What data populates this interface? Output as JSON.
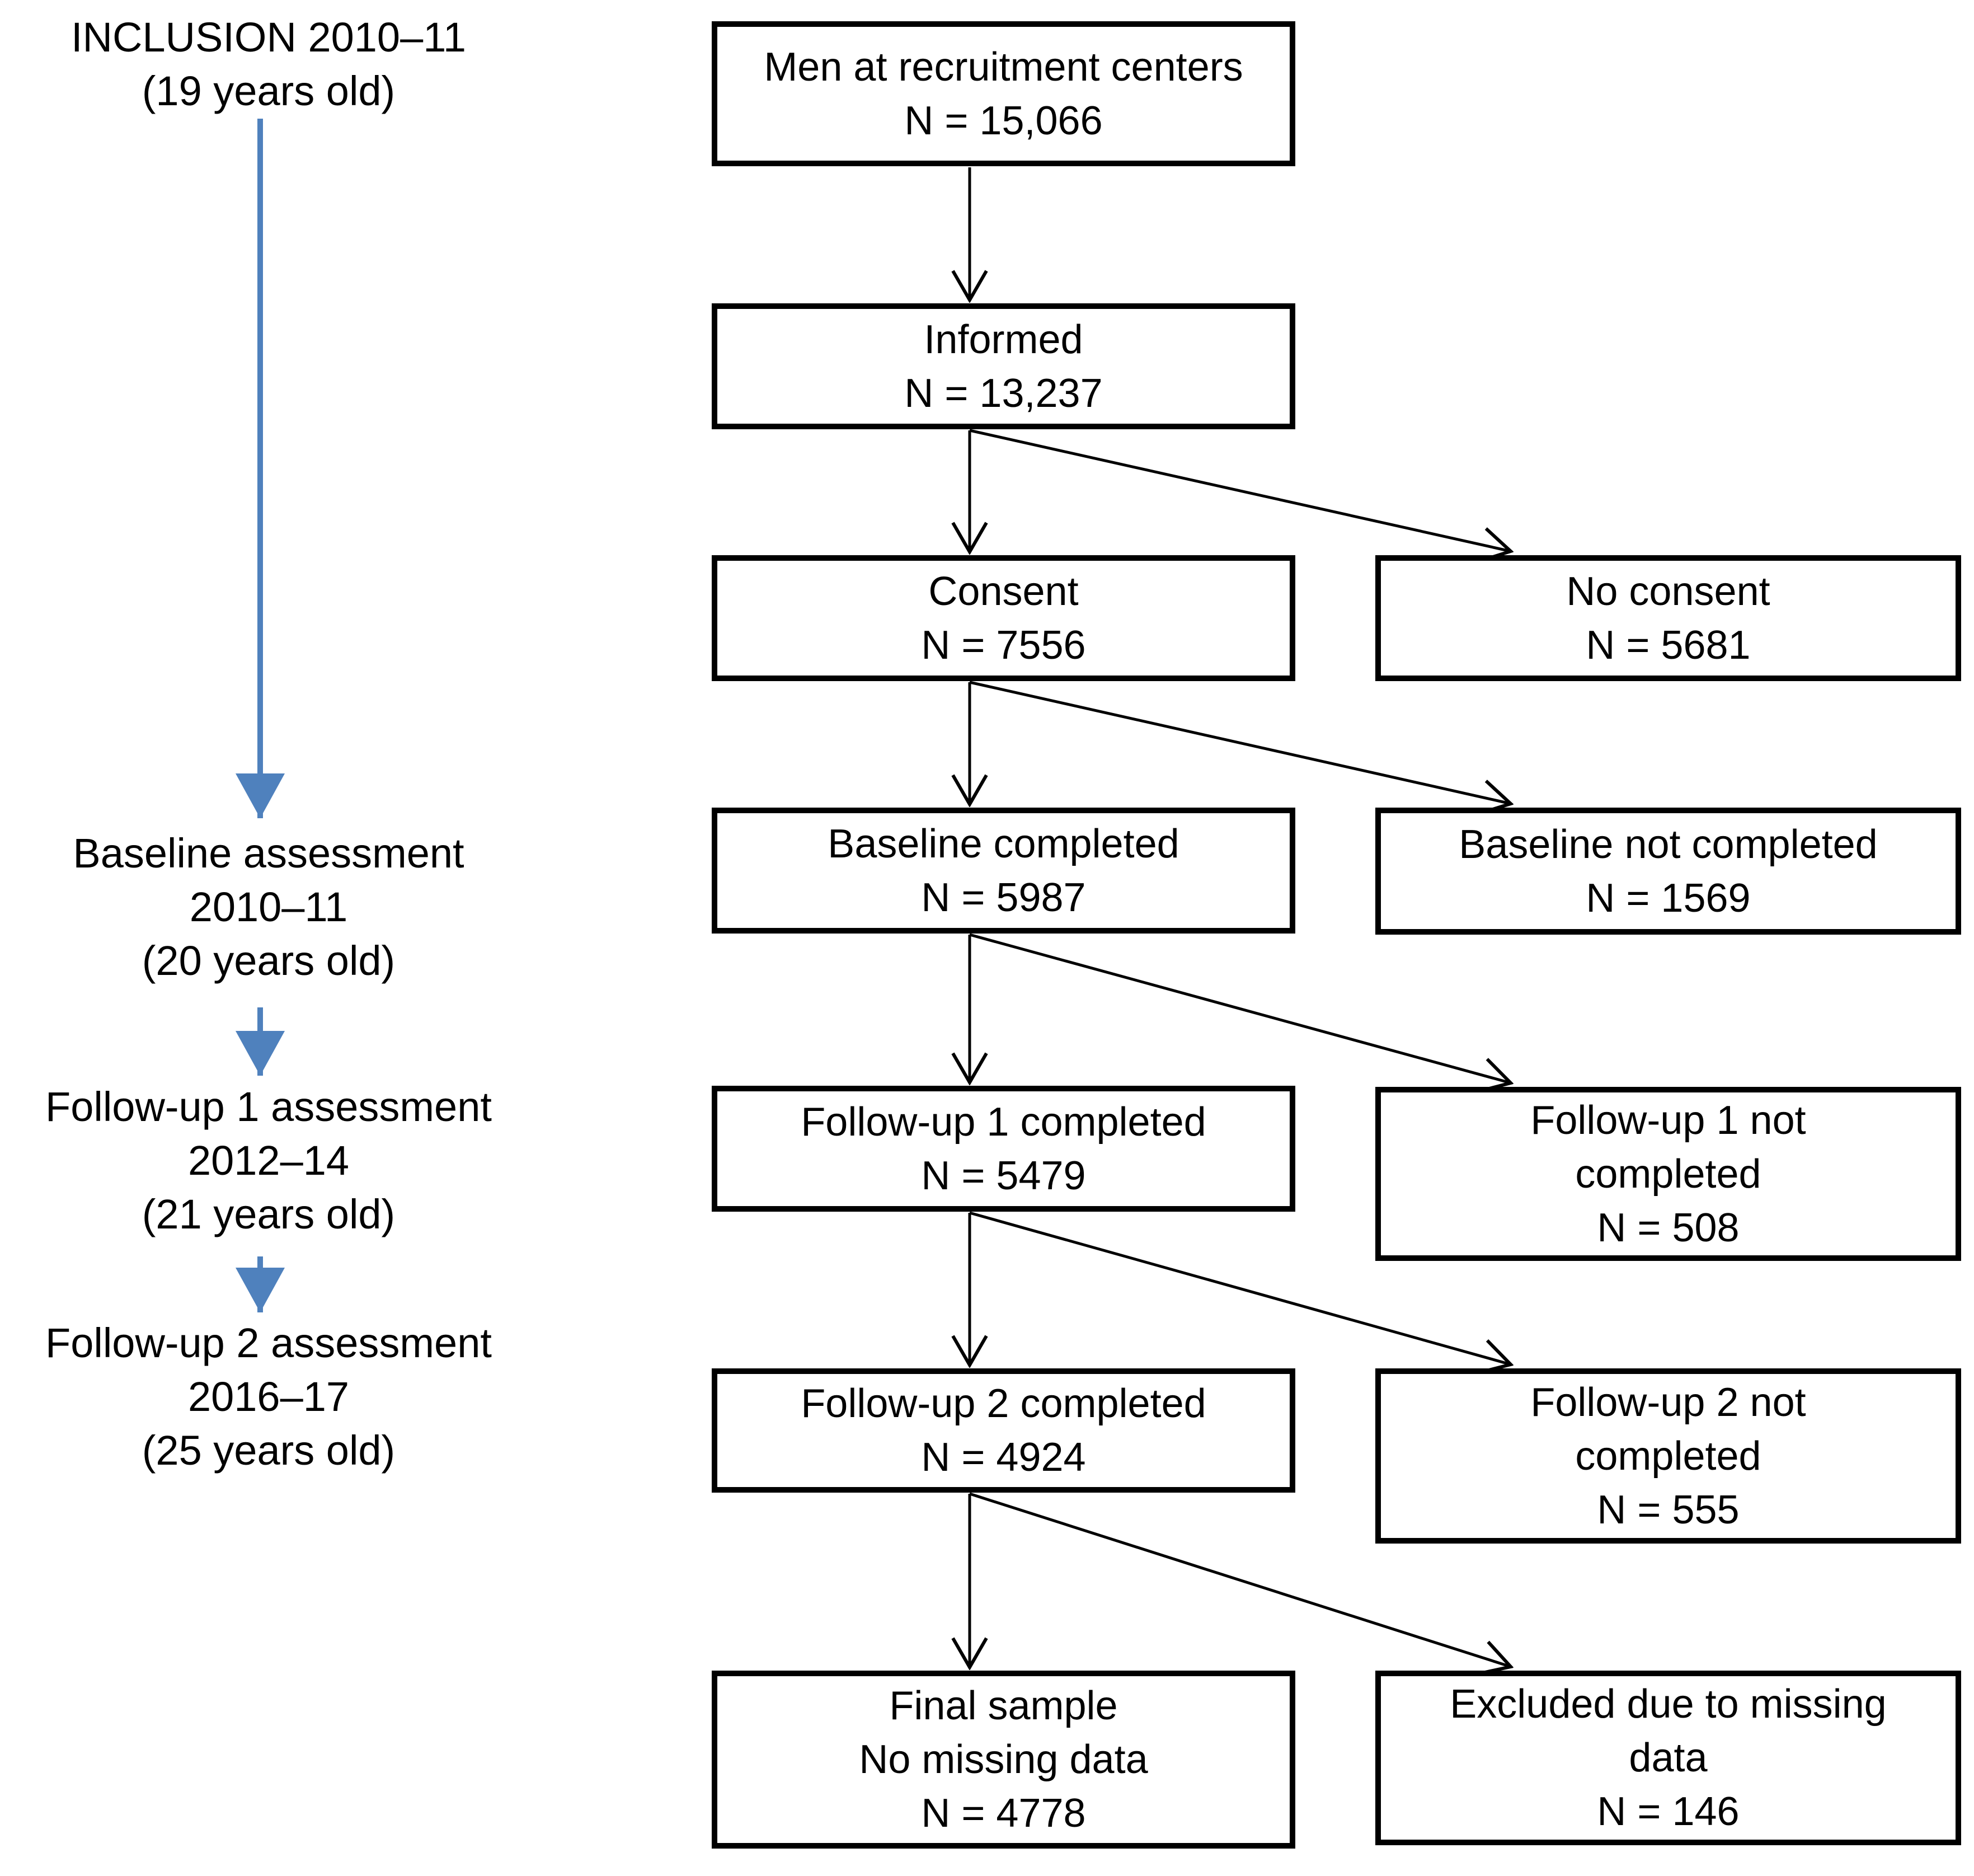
{
  "figure": {
    "background": "#ffffff",
    "accent_blue": "#4f81bd",
    "line_black": "#000000",
    "timeline": {
      "inclusion": {
        "lines": [
          "INCLUSION 2010–11",
          "(19 years old)"
        ]
      },
      "baseline": {
        "lines": [
          "Baseline assessment",
          "2010–11",
          "(20 years old)"
        ]
      },
      "followup1": {
        "lines": [
          "Follow-up 1 assessment",
          "2012–14",
          "(21 years old)"
        ]
      },
      "followup2": {
        "lines": [
          "Follow-up 2 assessment",
          "2016–17",
          "(25 years old)"
        ]
      }
    },
    "flow": {
      "recruitment": {
        "lines": [
          "Men at recruitment centers",
          "N = 15,066"
        ]
      },
      "informed": {
        "lines": [
          "Informed",
          "N = 13,237"
        ]
      },
      "consent": {
        "lines": [
          "Consent",
          "N = 7556"
        ]
      },
      "baseline_completed": {
        "lines": [
          "Baseline completed",
          "N = 5987"
        ]
      },
      "followup1_completed": {
        "lines": [
          "Follow-up 1 completed",
          "N = 5479"
        ]
      },
      "followup2_completed": {
        "lines": [
          "Follow-up 2 completed",
          "N = 4924"
        ]
      },
      "final_sample": {
        "lines": [
          "Final sample",
          "No missing data",
          "N = 4778"
        ]
      }
    },
    "excluded": {
      "no_consent": {
        "lines": [
          "No consent",
          "N = 5681"
        ]
      },
      "baseline_not_completed": {
        "lines": [
          "Baseline not completed",
          "N = 1569"
        ]
      },
      "followup1_not_completed": {
        "lines": [
          "Follow-up 1 not",
          "completed",
          "N = 508"
        ]
      },
      "followup2_not_completed": {
        "lines": [
          "Follow-up 2 not",
          "completed",
          "N = 555"
        ]
      },
      "excluded_missing_data": {
        "lines": [
          "Excluded due to missing",
          "data",
          "N = 146"
        ]
      }
    }
  }
}
